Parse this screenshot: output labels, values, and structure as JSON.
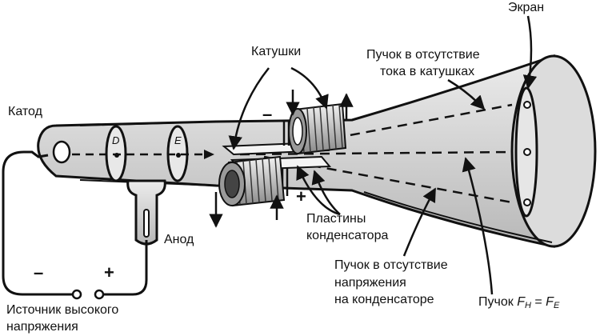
{
  "labels": {
    "screen": "Экран",
    "coils": "Катушки",
    "beam_no_coil_current_1": "Пучок в отсутствие",
    "beam_no_coil_current_2": "тока в катушках",
    "cathode": "Катод",
    "plate_d": "D",
    "plate_e": "E",
    "anode": "Анод",
    "capacitor_plates_1": "Пластины",
    "capacitor_plates_2": "конденсатора",
    "beam_no_voltage_1": "Пучок в отсутствие",
    "beam_no_voltage_2": "напряжения",
    "beam_no_voltage_3": "на конденсаторе",
    "beam_balanced_prefix": "Пучок ",
    "f": "F",
    "sub_h": "H",
    "eq": " = ",
    "sub_e": "E",
    "source_1": "Источник высокого",
    "source_2": "напряжения"
  },
  "signs": {
    "coil_minus": "–",
    "plate_plus": "+",
    "source_minus": "–",
    "source_plus": "+"
  },
  "colors": {
    "tube_fill": "#d9d9d9",
    "tube_stroke": "#111111",
    "coil_copper": "#cfcfcf",
    "beam": "#111111",
    "background": "#ffffff"
  }
}
